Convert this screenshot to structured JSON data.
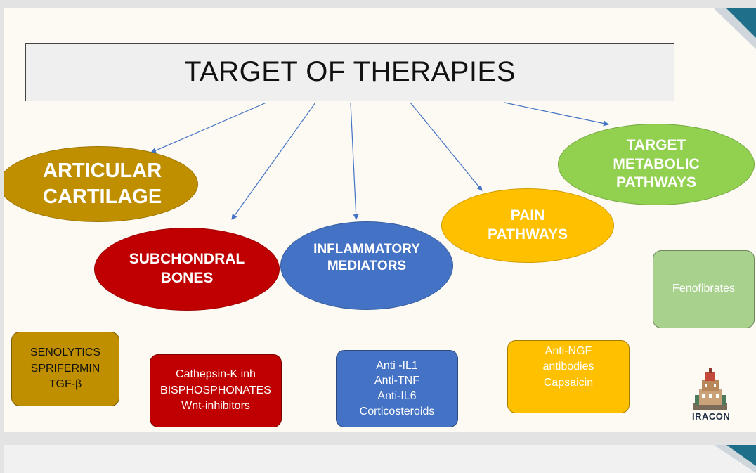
{
  "title": "TARGET OF THERAPIES",
  "categories": [
    {
      "key": "articular",
      "label_lines": [
        "ARTICULAR",
        "CARTILAGE"
      ],
      "color": "#bf8f00"
    },
    {
      "key": "subchondral",
      "label_lines": [
        "SUBCHONDRAL",
        "BONES"
      ],
      "color": "#c00000"
    },
    {
      "key": "inflammatory",
      "label_lines": [
        "INFLAMMATORY",
        "MEDIATORS"
      ],
      "color": "#4472c4"
    },
    {
      "key": "pain",
      "label_lines": [
        "PAIN",
        "PATHWAYS"
      ],
      "color": "#ffc000"
    },
    {
      "key": "metabolic",
      "label_lines": [
        "TARGET",
        "METABOLIC",
        "PATHWAYS"
      ],
      "color": "#92d050"
    }
  ],
  "therapies": [
    {
      "key": "articular",
      "items": [
        "SENOLYTICS",
        "SPRIFERMIN",
        "TGF-β"
      ],
      "color": "#bf8f00",
      "text_color": "#111111"
    },
    {
      "key": "subchondral",
      "items": [
        "Cathepsin-K inh",
        "BISPHOSPHONATES",
        "Wnt-inhibitors"
      ],
      "color": "#c00000",
      "text_color": "#ffffff"
    },
    {
      "key": "inflammatory",
      "items": [
        "Anti -IL1",
        "Anti-TNF",
        "Anti-IL6",
        "Corticosteroids"
      ],
      "color": "#4472c4",
      "text_color": "#ffffff"
    },
    {
      "key": "pain",
      "items": [
        "Anti-NGF",
        "antibodies",
        "Capsaicin"
      ],
      "color": "#ffc000",
      "text_color": "#ffffff"
    },
    {
      "key": "metabolic",
      "items": [
        "Fenofibrates"
      ],
      "color": "#a9d18e",
      "text_color": "#ffffff"
    }
  ],
  "logo_text": "IRACON",
  "arrow_color": "#4472c4"
}
